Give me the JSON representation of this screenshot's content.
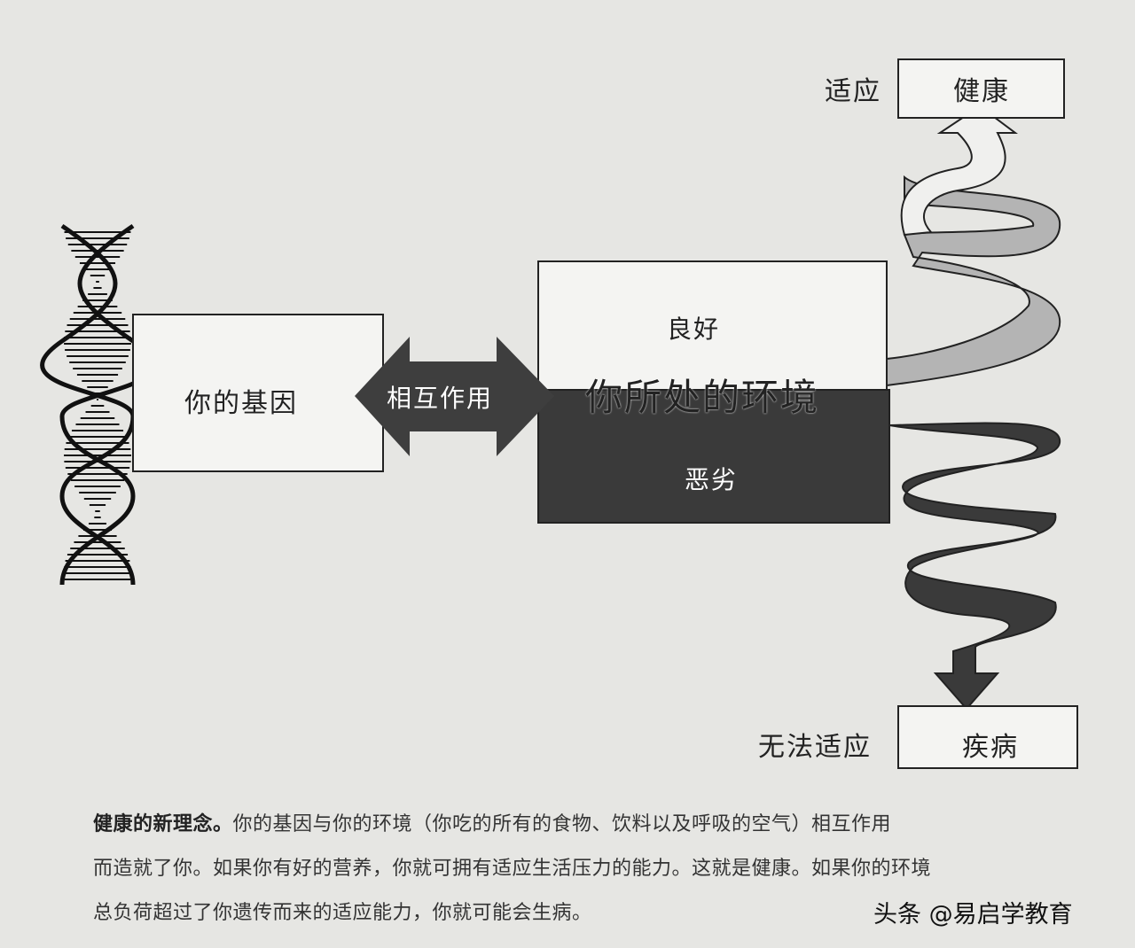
{
  "diagram": {
    "genes_label": "你的基因",
    "interaction_label": "相互作用",
    "environment_label": "你所处的环境",
    "good_label": "良好",
    "bad_label": "恶劣",
    "adapt_label": "适应",
    "health_label": "健康",
    "not_adapt_label": "无法适应",
    "disease_label": "疾病"
  },
  "caption": {
    "title": "健康的新理念。",
    "line1": "你的基因与你的环境（你吃的所有的食物、饮料以及呼吸的空气）相互作用",
    "line2": "而造就了你。如果你有好的营养，你就可拥有适应生活压力的能力。这就是健康。如果你的环境",
    "line3": "总负荷超过了你遗传而来的适应能力，你就可能会生病。"
  },
  "watermark": "头条 @易启学教育",
  "colors": {
    "background": "#e6e6e3",
    "dark": "#3a3a3a",
    "light_arrow": "#b0b0b0"
  }
}
